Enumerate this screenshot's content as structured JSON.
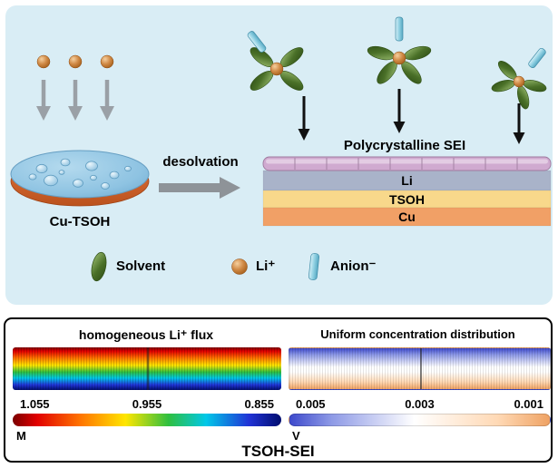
{
  "colors": {
    "panel_background": "#d9edf5",
    "sei_layer": "#d0aad0",
    "li_layer": "#a9b3c9",
    "tsoh_layer": "#f8d88b",
    "cu_layer": "#f1a066",
    "solvent_green": "#4a7028",
    "li_ion_orange": "#c87137",
    "anion_cyan": "#8fd0e2",
    "substrate_rim_orange": "#d2622a",
    "substrate_top_blue": "#8ec3e2"
  },
  "schematic": {
    "desolvation_label": "desolvation",
    "substrate_label": "Cu-TSOH",
    "sei_title": "Polycrystalline SEI",
    "layers": [
      {
        "label": "Li"
      },
      {
        "label": "TSOH"
      },
      {
        "label": "Cu"
      }
    ],
    "legend": [
      {
        "icon": "solvent-ellipse-icon",
        "label": "Solvent"
      },
      {
        "icon": "li-ion-sphere-icon",
        "label": "Li⁺"
      },
      {
        "icon": "anion-rod-icon",
        "label": "Anion⁻"
      }
    ]
  },
  "simulation": {
    "caption": "TSOH-SEI",
    "flux_map": {
      "title": "homogeneous Li⁺ flux",
      "colormap": "rainbow",
      "scale": {
        "max": "1.055",
        "mid": "0.955",
        "min": "0.855",
        "unit": "M"
      }
    },
    "concentration_map": {
      "title": "Uniform concentration distribution",
      "colormap": "blue-white-orange",
      "scale": {
        "max": "0.005",
        "mid": "0.003",
        "min": "0.001",
        "unit": "V"
      }
    }
  },
  "chart_data": [
    {
      "type": "heatmap",
      "title": "homogeneous Li⁺ flux",
      "unit": "M",
      "value_range": [
        0.855,
        1.055
      ],
      "colorbar_ticks": [
        1.055,
        0.955,
        0.855
      ],
      "colormap": "rainbow, high (red) at top of strip decreasing to low (blue) at bottom",
      "legend_position": "colorbar below strip, max on left"
    },
    {
      "type": "heatmap",
      "title": "Uniform concentration distribution",
      "unit": "V",
      "value_range": [
        0.001,
        0.005
      ],
      "colorbar_ticks": [
        0.005,
        0.003,
        0.001
      ],
      "colormap": "blue-white-orange, high (blue) at top of strip decreasing to low (orange) at bottom",
      "legend_position": "colorbar below strip, max on left"
    }
  ]
}
